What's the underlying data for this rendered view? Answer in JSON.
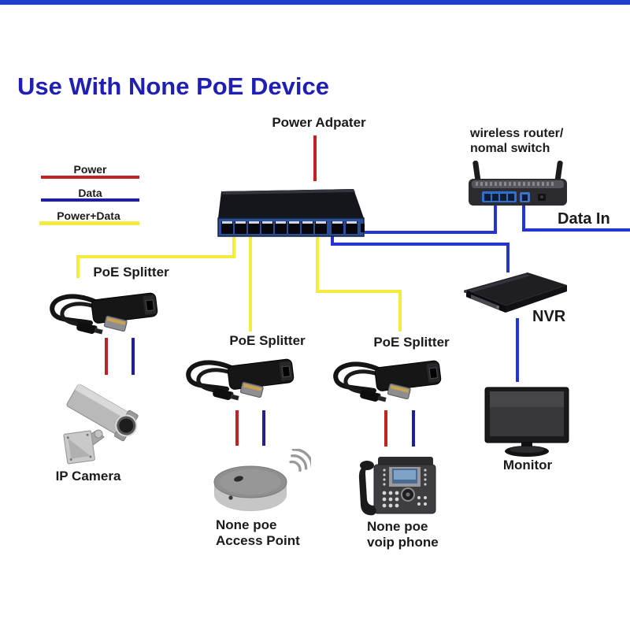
{
  "title": "Use With None PoE Device",
  "colors": {
    "title_blue": "#1f1fb4",
    "divider_blue": "#2040cc",
    "power_red": "#c32222",
    "data_blue": "#2235d4",
    "legend_data_blue": "#1e1e9e",
    "power_data_yellow": "#f3ec3e"
  },
  "legend": {
    "power": "Power",
    "data": "Data",
    "power_data": "Power+Data"
  },
  "top": {
    "power_adapter": "Power Adpater",
    "router_line1": "wireless router/",
    "router_line2": "nomal switch",
    "data_in": "Data In"
  },
  "splitters": [
    "PoE Splitter",
    "PoE Splitter",
    "PoE Splitter"
  ],
  "devices": {
    "ip_camera": "IP Camera",
    "access_point_line1": "None poe",
    "access_point_line2": "Access Point",
    "voip_line1": "None poe",
    "voip_line2": "voip phone",
    "nvr": "NVR",
    "monitor": "Monitor"
  }
}
